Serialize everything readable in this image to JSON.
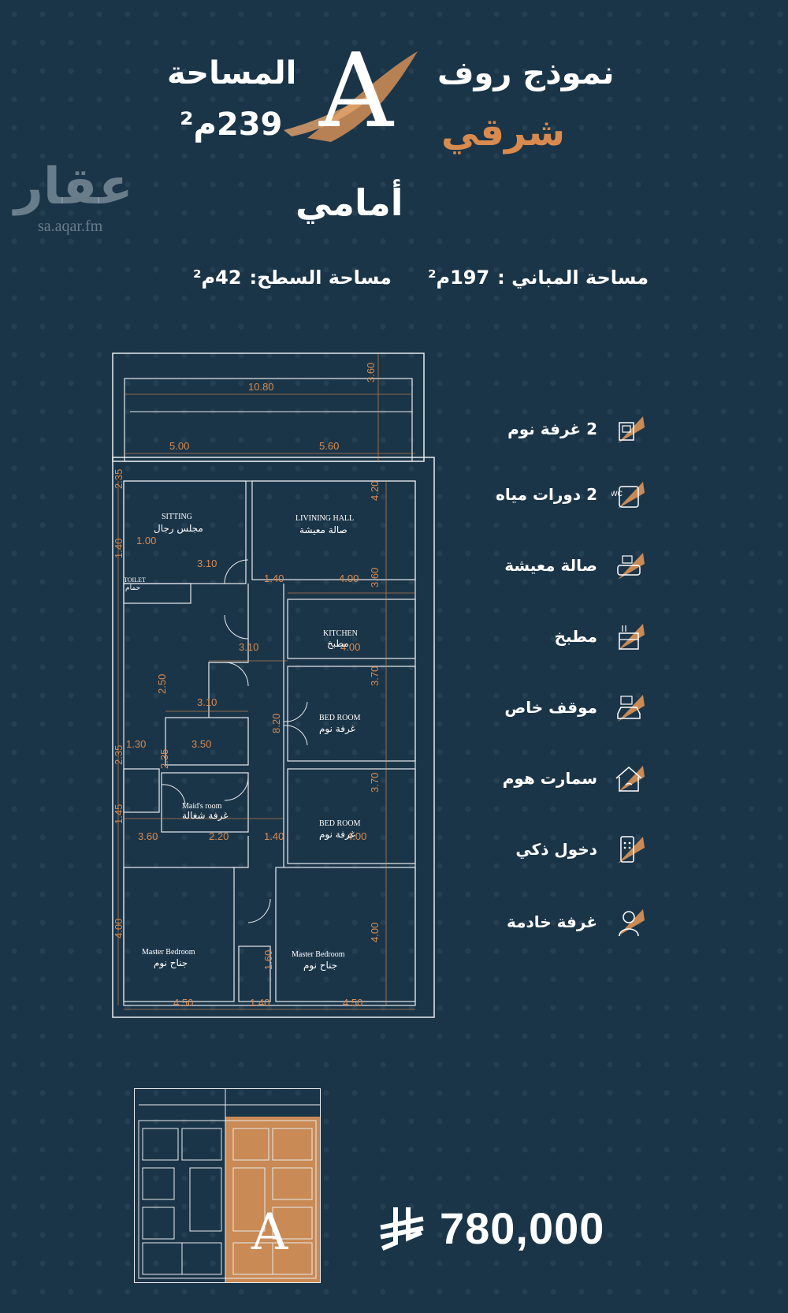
{
  "header": {
    "model_title": "نموذج روف",
    "direction": "شرقي",
    "position": "أمامي",
    "area_label": "المساحة",
    "area_value": "239م²",
    "model_letter": "A"
  },
  "watermark": {
    "brand": "عقار",
    "url": "sa.aqar.fm"
  },
  "areas": {
    "building_label": "مساحة المباني :",
    "building_value": "197م²",
    "roof_label": "مساحة السطح:",
    "roof_value": "42م²"
  },
  "features": [
    {
      "label": "2 غرفة نوم",
      "icon": "bedroom-icon"
    },
    {
      "label": "2 دورات مياه",
      "icon": "wc-icon"
    },
    {
      "label": "صالة معيشة",
      "icon": "sofa-icon"
    },
    {
      "label": "مطبخ",
      "icon": "kitchen-icon"
    },
    {
      "label": "موقف خاص",
      "icon": "car-parking-icon"
    },
    {
      "label": "سمارت هوم",
      "icon": "smart-home-icon"
    },
    {
      "label": "دخول ذكي",
      "icon": "smart-entry-icon"
    },
    {
      "label": "غرفة خادمة",
      "icon": "maid-icon"
    }
  ],
  "plan": {
    "dims": [
      "10.80",
      "3.60",
      "5.00",
      "5.60",
      "2.35",
      "4.20",
      "1.40",
      "1.00",
      "3.10",
      "1.40",
      "4.00",
      "3.60",
      "3.10",
      "4.00",
      "2.50",
      "3.10",
      "3.70",
      "8.20",
      "1.30",
      "3.50",
      "2.35",
      "2.35",
      "3.70",
      "1.45",
      "3.60",
      "2.20",
      "1.40",
      "4.00",
      "4.00",
      "1.60",
      "4.00",
      "4.50",
      "1.40",
      "4.50"
    ],
    "rooms": {
      "sitting_en": "SITTING",
      "sitting_ar": "مجلس رجال",
      "living_en": "LIVINING HALL",
      "living_ar": "صالة معيشة",
      "kitchen_en": "KITCHEN",
      "kitchen_ar": "مطبخ",
      "bed1_en": "BED ROOM",
      "bed1_ar": "غرفة نوم",
      "bed2_en": "BED ROOM",
      "bed2_ar": "غرفة نوم",
      "maid_en": "Maid's room",
      "maid_ar": "غرفة شغالة",
      "master1_en": "Master Bedroom",
      "master1_ar": "جناح نوم",
      "master2_en": "Master Bedroom",
      "master2_ar": "جناح نوم",
      "toilet_en": "TOILET",
      "toilet_ar": "حمام"
    }
  },
  "price": {
    "value": "780,000",
    "currency_icon": "riyal-icon"
  },
  "colors": {
    "background": "#1b3548",
    "accent": "#d98a4e"
  }
}
